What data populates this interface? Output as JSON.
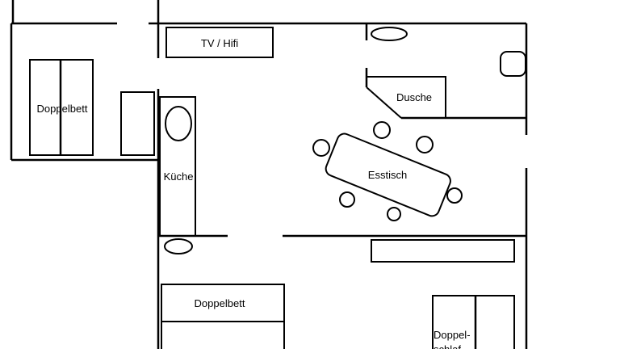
{
  "labels": {
    "tv": "TV / Hifi",
    "bed_left": "Doppelbett",
    "kitchen": "Küche",
    "shower": "Dusche",
    "table": "Esstisch",
    "bed_bottom": "Doppelbett",
    "sofa_bed_line1": "Doppel-",
    "sofa_bed_line2": "schlaf"
  }
}
